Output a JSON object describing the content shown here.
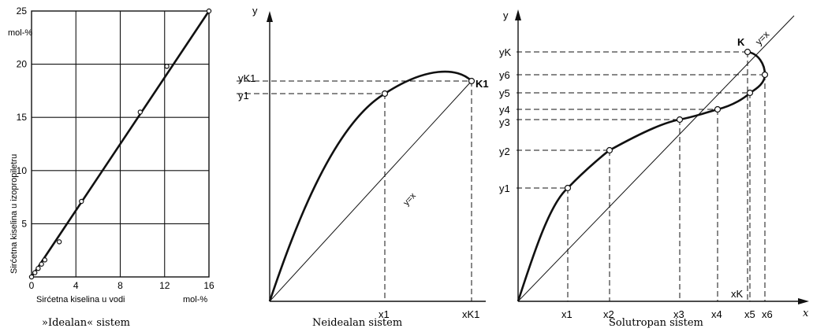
{
  "panels": {
    "ideal": {
      "caption": "»Idealan« sistem",
      "unit_y": "mol-%",
      "ylabel": "Sirćetna kiselina u izopropiletru",
      "xlabel": "Sirćetna kiselina u vodi",
      "unit_x": "mol-%",
      "x_ticks": [
        "0",
        "4",
        "8",
        "12",
        "16"
      ],
      "y_ticks": [
        "5",
        "10",
        "15",
        "20",
        "25"
      ]
    },
    "nonideal": {
      "caption": "Neidealan sistem",
      "y_axis": "y",
      "diag_label": "y=x",
      "y_k1": "yK1",
      "y_1": "y1",
      "k1": "K1",
      "x_1": "x1",
      "x_k1": "xK1"
    },
    "solutrope": {
      "caption": "Solutropan sistem",
      "y_axis": "y",
      "x_axis": "x",
      "diag_label": "y=x",
      "k": "K",
      "y_labels": [
        "yK",
        "y6",
        "y5",
        "y4",
        "y3",
        "y2",
        "y1"
      ],
      "x_labels": [
        "x1",
        "x2",
        "x3",
        "x4",
        "xK",
        "x5",
        "x6"
      ]
    }
  },
  "chart_data": [
    {
      "type": "line",
      "title": "»Idealan« sistem",
      "xlabel": "Sirćetna kiselina u vodi mol-%",
      "ylabel": "Sirćetna kiselina u izopropiletru mol-%",
      "xlim": [
        0,
        16
      ],
      "ylim": [
        0,
        25
      ],
      "grid": true,
      "series": [
        {
          "x": [
            0,
            0.3,
            0.6,
            0.9,
            1.2,
            2.5,
            4.5,
            9.8,
            12.2,
            16
          ],
          "y": [
            0,
            0.4,
            0.8,
            1.2,
            1.6,
            3.3,
            7.1,
            15.5,
            19.8,
            25
          ]
        }
      ]
    }
  ]
}
